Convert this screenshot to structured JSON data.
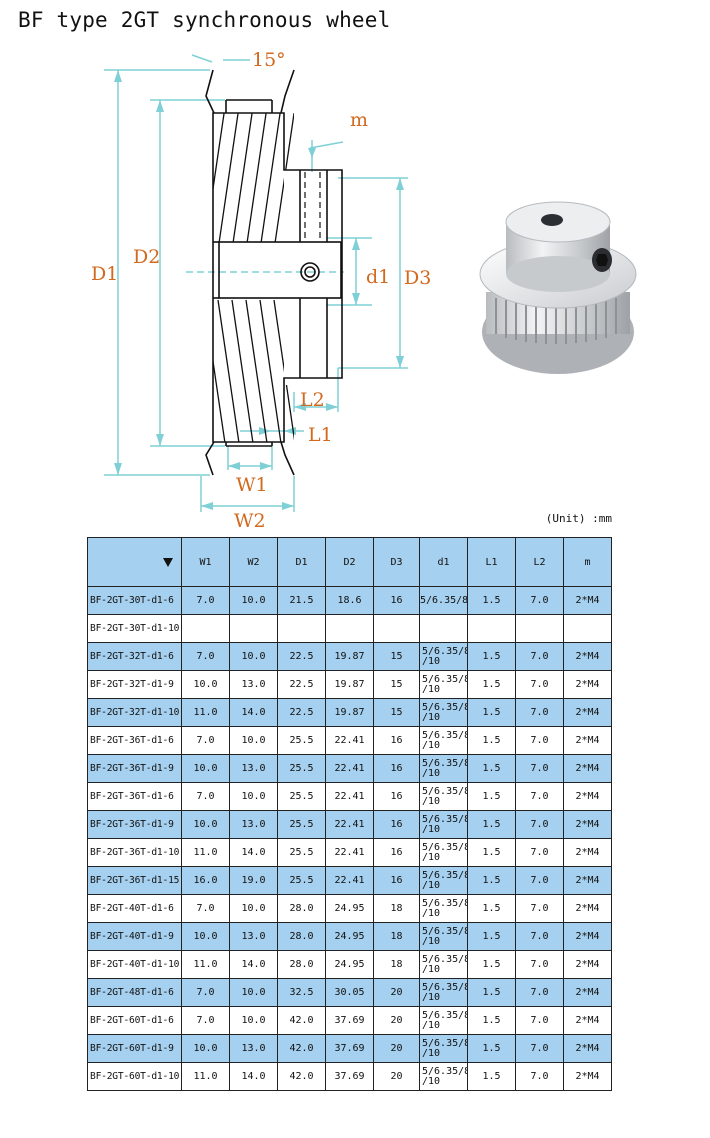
{
  "title": "BF type 2GT synchronous wheel",
  "diagram": {
    "labels": {
      "angle": "15°",
      "m": "m",
      "D1": "D1",
      "D2": "D2",
      "d1": "d1",
      "D3": "D3",
      "L2": "L2",
      "L1": "L1",
      "W1": "W1",
      "W2": "W2"
    }
  },
  "unit_note": "(Unit) :mm",
  "table": {
    "columns": [
      "W1",
      "W2",
      "D1",
      "D2",
      "D3",
      "d1",
      "L1",
      "L2",
      "m"
    ],
    "rows": [
      {
        "model": "BF-2GT-30T-d1-6",
        "W1": "7.0",
        "W2": "10.0",
        "D1": "21.5",
        "D2": "18.6",
        "D3": "16",
        "d1a": "5/6.35/8",
        "d1b": "",
        "L1": "1.5",
        "L2": "7.0",
        "m": "2*M4"
      },
      {
        "model": "BF-2GT-30T-d1-10",
        "W1": "",
        "W2": "",
        "D1": "",
        "D2": "",
        "D3": "",
        "d1a": "",
        "d1b": "",
        "L1": "",
        "L2": "",
        "m": ""
      },
      {
        "model": "BF-2GT-32T-d1-6",
        "W1": "7.0",
        "W2": "10.0",
        "D1": "22.5",
        "D2": "19.87",
        "D3": "15",
        "d1a": "5/6.35/8",
        "d1b": "/10",
        "L1": "1.5",
        "L2": "7.0",
        "m": "2*M4"
      },
      {
        "model": "BF-2GT-32T-d1-9",
        "W1": "10.0",
        "W2": "13.0",
        "D1": "22.5",
        "D2": "19.87",
        "D3": "15",
        "d1a": "5/6.35/8",
        "d1b": "/10",
        "L1": "1.5",
        "L2": "7.0",
        "m": "2*M4"
      },
      {
        "model": "BF-2GT-32T-d1-10",
        "W1": "11.0",
        "W2": "14.0",
        "D1": "22.5",
        "D2": "19.87",
        "D3": "15",
        "d1a": "5/6.35/8",
        "d1b": "/10",
        "L1": "1.5",
        "L2": "7.0",
        "m": "2*M4"
      },
      {
        "model": "BF-2GT-36T-d1-6",
        "W1": "7.0",
        "W2": "10.0",
        "D1": "25.5",
        "D2": "22.41",
        "D3": "16",
        "d1a": "5/6.35/8",
        "d1b": "/10",
        "L1": "1.5",
        "L2": "7.0",
        "m": "2*M4"
      },
      {
        "model": "BF-2GT-36T-d1-9",
        "W1": "10.0",
        "W2": "13.0",
        "D1": "25.5",
        "D2": "22.41",
        "D3": "16",
        "d1a": "5/6.35/8",
        "d1b": "/10",
        "L1": "1.5",
        "L2": "7.0",
        "m": "2*M4"
      },
      {
        "model": "BF-2GT-36T-d1-6",
        "W1": "7.0",
        "W2": "10.0",
        "D1": "25.5",
        "D2": "22.41",
        "D3": "16",
        "d1a": "5/6.35/8",
        "d1b": "/10",
        "L1": "1.5",
        "L2": "7.0",
        "m": "2*M4"
      },
      {
        "model": "BF-2GT-36T-d1-9",
        "W1": "10.0",
        "W2": "13.0",
        "D1": "25.5",
        "D2": "22.41",
        "D3": "16",
        "d1a": "5/6.35/8",
        "d1b": "/10",
        "L1": "1.5",
        "L2": "7.0",
        "m": "2*M4"
      },
      {
        "model": "BF-2GT-36T-d1-10",
        "W1": "11.0",
        "W2": "14.0",
        "D1": "25.5",
        "D2": "22.41",
        "D3": "16",
        "d1a": "5/6.35/8",
        "d1b": "/10",
        "L1": "1.5",
        "L2": "7.0",
        "m": "2*M4"
      },
      {
        "model": "BF-2GT-36T-d1-15",
        "W1": "16.0",
        "W2": "19.0",
        "D1": "25.5",
        "D2": "22.41",
        "D3": "16",
        "d1a": "5/6.35/8",
        "d1b": "/10",
        "L1": "1.5",
        "L2": "7.0",
        "m": "2*M4"
      },
      {
        "model": "BF-2GT-40T-d1-6",
        "W1": "7.0",
        "W2": "10.0",
        "D1": "28.0",
        "D2": "24.95",
        "D3": "18",
        "d1a": "5/6.35/8",
        "d1b": "/10",
        "L1": "1.5",
        "L2": "7.0",
        "m": "2*M4"
      },
      {
        "model": "BF-2GT-40T-d1-9",
        "W1": "10.0",
        "W2": "13.0",
        "D1": "28.0",
        "D2": "24.95",
        "D3": "18",
        "d1a": "5/6.35/8",
        "d1b": "/10",
        "L1": "1.5",
        "L2": "7.0",
        "m": "2*M4"
      },
      {
        "model": "BF-2GT-40T-d1-10",
        "W1": "11.0",
        "W2": "14.0",
        "D1": "28.0",
        "D2": "24.95",
        "D3": "18",
        "d1a": "5/6.35/8",
        "d1b": "/10",
        "L1": "1.5",
        "L2": "7.0",
        "m": "2*M4"
      },
      {
        "model": "BF-2GT-48T-d1-6",
        "W1": "7.0",
        "W2": "10.0",
        "D1": "32.5",
        "D2": "30.05",
        "D3": "20",
        "d1a": "5/6.35/8",
        "d1b": "/10",
        "L1": "1.5",
        "L2": "7.0",
        "m": "2*M4"
      },
      {
        "model": "BF-2GT-60T-d1-6",
        "W1": "7.0",
        "W2": "10.0",
        "D1": "42.0",
        "D2": "37.69",
        "D3": "20",
        "d1a": "5/6.35/8",
        "d1b": "/10",
        "L1": "1.5",
        "L2": "7.0",
        "m": "2*M4"
      },
      {
        "model": "BF-2GT-60T-d1-9",
        "W1": "10.0",
        "W2": "13.0",
        "D1": "42.0",
        "D2": "37.69",
        "D3": "20",
        "d1a": "5/6.35/8",
        "d1b": "/10",
        "L1": "1.5",
        "L2": "7.0",
        "m": "2*M4"
      },
      {
        "model": "BF-2GT-60T-d1-10",
        "W1": "11.0",
        "W2": "14.0",
        "D1": "42.0",
        "D2": "37.69",
        "D3": "20",
        "d1a": "5/6.35/8",
        "d1b": "/10",
        "L1": "1.5",
        "L2": "7.0",
        "m": "2*M4"
      }
    ]
  },
  "colors": {
    "header_fill": "#a6d0ef",
    "dimension_text": "#d2691e",
    "dimension_line": "#7fd0d6"
  },
  "icons": {
    "header_marker": "triangle-down-icon"
  }
}
